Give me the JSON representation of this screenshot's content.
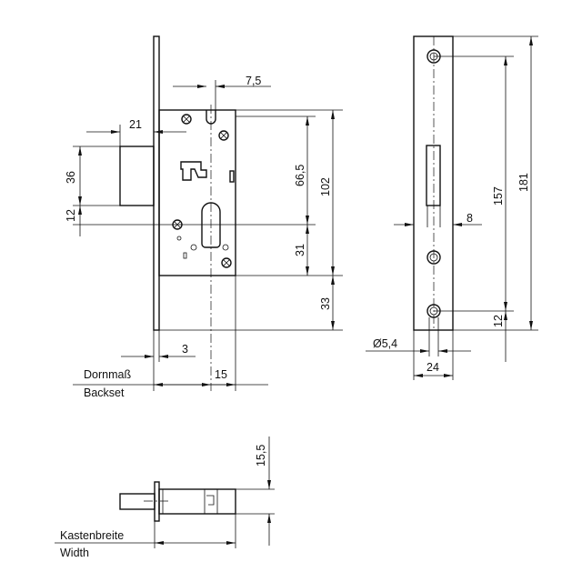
{
  "dimensions": {
    "slot_width": "7,5",
    "bolt_throw": "21",
    "bolt_height": "36",
    "bolt_to_center": "12",
    "follower_to_cylinder": "66,5",
    "case_height": "102",
    "cylinder_to_bottom": "31",
    "case_to_plate_end": "33",
    "plate_thickness": "3",
    "backset_value": "15",
    "strike_hole_spacing": "157",
    "strike_length": "181",
    "strike_hole_offset": "12",
    "strike_opening_width": "8",
    "hole_diameter": "Ø5,4",
    "strike_width": "24",
    "front_plate_depth": "15,5"
  },
  "labels": {
    "backset_de": "Dornmaß",
    "backset_en": "Backset",
    "width_de": "Kastenbreite",
    "width_en": "Width"
  }
}
